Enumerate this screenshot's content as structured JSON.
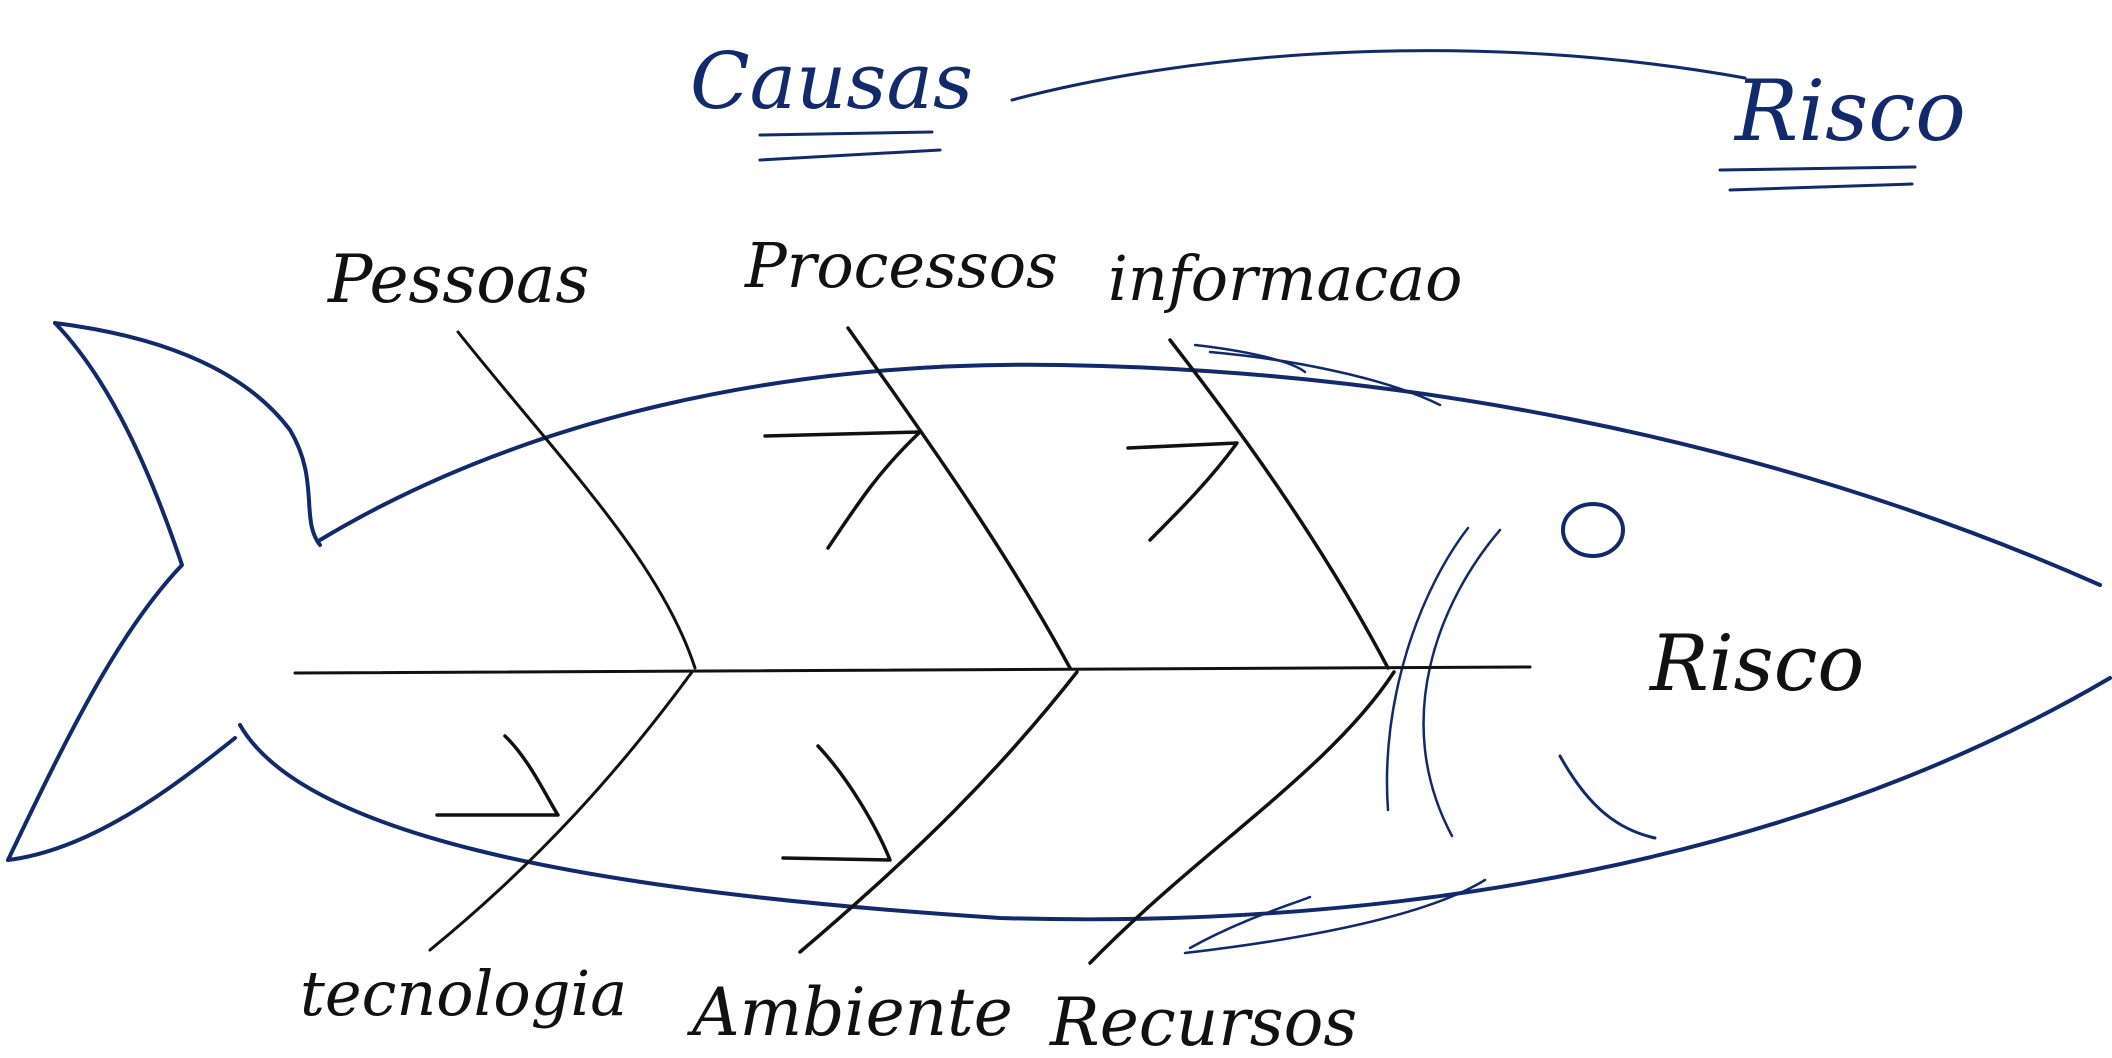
{
  "header": {
    "causes_title": "Causas",
    "effect_title": "Risco"
  },
  "effect_label": "Risco",
  "categories": {
    "top": [
      "Pessoas",
      "Processos",
      "informacao"
    ],
    "bottom": [
      "tecnologia",
      "Ambiente",
      "Recursos"
    ]
  },
  "colors": {
    "fish_outline": "#102a6b",
    "bones": "#111111",
    "background": "#ffffff"
  }
}
